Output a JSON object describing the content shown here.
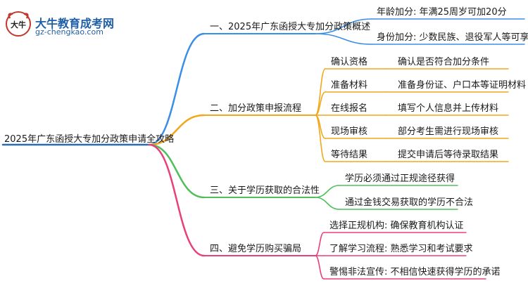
{
  "logo": {
    "title": "大牛教育成考网",
    "url": "gz-chengkao.com",
    "mark_text": "大牛"
  },
  "root": {
    "label": "2025年广东函授大专加分政策申请全攻略"
  },
  "branches": [
    {
      "label": "一、2025年广东函授大专加分政策概述",
      "color": "#3a8ee6",
      "children": [
        {
          "label": "年龄加分: 年满25周岁可加20分"
        },
        {
          "label": "身份加分: 少数民族、退役军人等可享加分"
        }
      ]
    },
    {
      "label": "二、加分政策申报流程",
      "color": "#f0a81c",
      "children": [
        {
          "label": "确认资格",
          "detail": "确认是否符合加分条件"
        },
        {
          "label": "准备材料",
          "detail": "准备身份证、户口本等证明材料"
        },
        {
          "label": "在线报名",
          "detail": "填写个人信息并上传材料"
        },
        {
          "label": "现场审核",
          "detail": "部分考生需进行现场审核"
        },
        {
          "label": "等待结果",
          "detail": "提交申请后等待录取结果"
        }
      ]
    },
    {
      "label": "三、关于学历获取的合法性",
      "color": "#4fbf5b",
      "children": [
        {
          "label": "学历必须通过正规途径获得"
        },
        {
          "label": "通过金钱交易获取的学历不合法"
        }
      ]
    },
    {
      "label": "四、避免学历购买骗局",
      "color": "#e8407a",
      "children": [
        {
          "label": "选择正规机构: 确保教育机构认证"
        },
        {
          "label": "了解学习流程: 熟悉学习和考试要求"
        },
        {
          "label": "警惕非法宣传: 不相信快速获得学历的承诺"
        }
      ]
    }
  ],
  "colors": {
    "branch1": "#3a8ee6",
    "branch2": "#f0a81c",
    "branch3": "#4fbf5b",
    "branch4": "#e8407a",
    "root_line": "#2b6cb0",
    "logo_text": "#1f5fa8"
  }
}
